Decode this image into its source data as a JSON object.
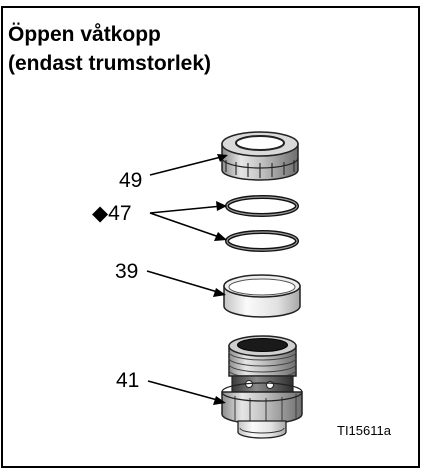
{
  "title": {
    "line1": "Öppen våtkopp",
    "line2": "(endast trumstorlek)"
  },
  "callouts": {
    "nut": "49",
    "seals": "◆47",
    "sleeve": "39",
    "cup": "41"
  },
  "figure_id": "TI15611a"
}
